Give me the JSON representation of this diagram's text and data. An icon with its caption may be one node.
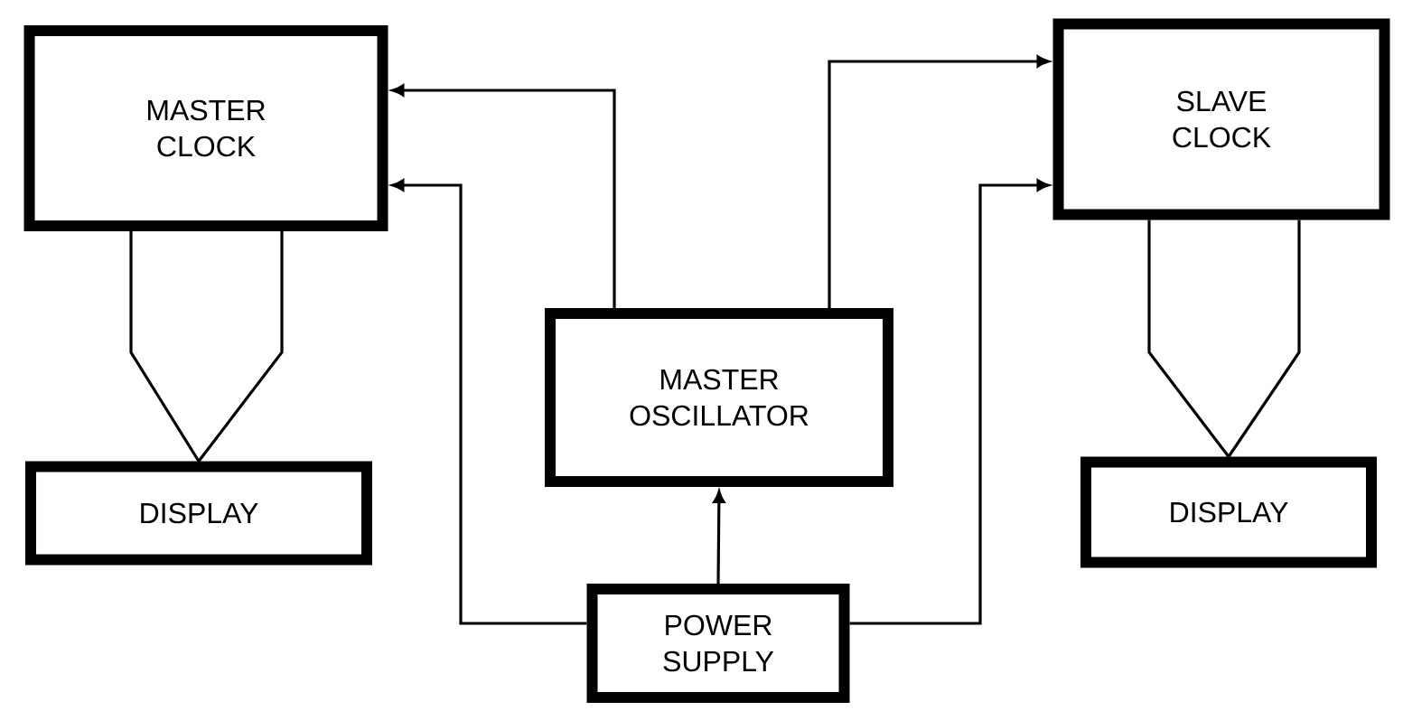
{
  "diagram": {
    "nodes": [
      {
        "text": [
          "MASTER CLOCK"
        ]
      },
      {
        "text": [
          "DISPLAY"
        ]
      },
      {
        "text": [
          "MASTER OSCILLATOR"
        ]
      },
      {
        "text": [
          "POWER SUPPLY"
        ]
      },
      {
        "text": [
          "SLAVE CLOCK"
        ]
      },
      {
        "text": [
          "DISPLAY"
        ]
      }
    ],
    "edges": [
      {
        "from": 2,
        "to": 0,
        "arrow": "to"
      },
      {
        "from": 3,
        "to": 0,
        "arrow": "to"
      },
      {
        "from": 2,
        "to": 4,
        "arrow": "to"
      },
      {
        "from": 3,
        "to": 4,
        "arrow": "to"
      },
      {
        "from": 3,
        "to": 2,
        "arrow": "to"
      },
      {
        "from": 0,
        "to": 1,
        "arrow": "none"
      },
      {
        "from": 4,
        "to": 5,
        "arrow": "none"
      }
    ]
  }
}
